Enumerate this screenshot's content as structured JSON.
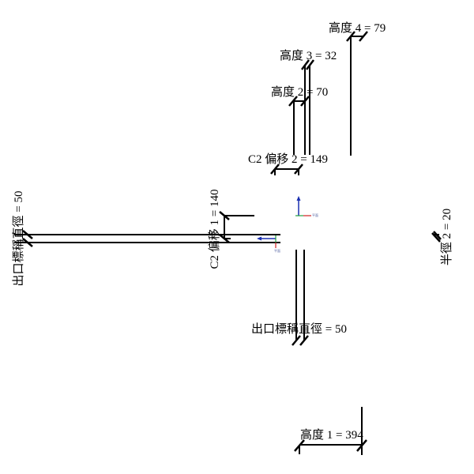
{
  "dimensions": {
    "height4": "高度 4 = 79",
    "height3": "高度 3 = 32",
    "height2": "高度 2 = 70",
    "c2_offset2": "C2 偏移 2 = 149",
    "c2_offset1": "C2 偏移 1 = 140",
    "outlet_diameter_left": "出口標稱直徑 = 50",
    "outlet_diameter_bottom": "出口標稱直徑 = 50",
    "radius2": "半徑 2 = 20",
    "height1": "高度 1 = 394"
  },
  "colors": {
    "axis_up": "#1a2fb0",
    "axis_x": "#d02020",
    "axis_y": "#20a040"
  }
}
